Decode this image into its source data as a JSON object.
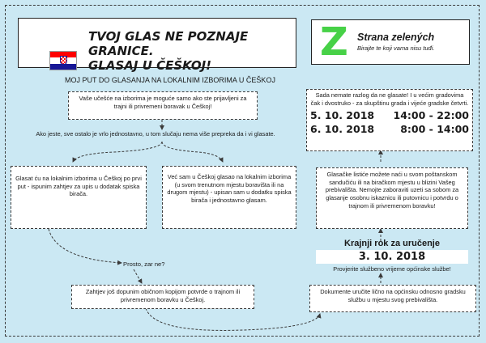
{
  "header": {
    "title_line1": "TVOJ GLAS NE POZNAJE GRANICE.",
    "title_line2": "GLASAJ U ČEŠKOJ!"
  },
  "logo": {
    "letter": "Z",
    "name": "Strana zelených",
    "slogan": "Birajte te koji vama nisu tuđi.",
    "color": "#47d147"
  },
  "flag": {
    "colors": [
      "#ff0000",
      "#ffffff",
      "#171796"
    ]
  },
  "diagram": {
    "heading": "MOJ PUT DO GLASANJA NA LOKALNIM IZBORIMA U ČEŠKOJ",
    "intro": "Vaše učešće na izborima je moguće samo ako ste prijavljeni za trajni ili privremeni boravak u Češkoj!",
    "conditions_ok": "Ako jeste, sve ostalo je vrlo jednostavno, u tom slučaju nema više prepreka da i vi glasate.",
    "first_time": "Glasat ću na lokalnim izborima u Češkoj po prvi put - ispunim zahtjev za upis u dodatak spiska birača.",
    "already_voted": "Već sam u Češkoj glasao na lokalnim izborima (u svom trenutnom mjestu boravišta ili na drugom mjestu) - upisan sam u dodatku spiska birača i jednostavno glasam.",
    "simple": "Prosto, zar ne?",
    "attach": "Zahtjev još dopunim običnom kopijom potvrde o trajnom ili privremenom boravku u Češkoj.",
    "deliver": "Dokumente uručite lično na općinsku odnosno gradsku službu u mjestu svog prebivališta.",
    "deadline_title": "Krajnji rok za uručenje",
    "deadline_date": "3. 10. 2018",
    "deadline_note": "Provjerite službeno vrijeme općinske službe!",
    "ballots": "Glasačke listiće možete naći u svom poštanskom sandučiću ili na biračkom mjestu u blizini Vašeg prebivališta. Nemojte zaboraviti uzeti sa sobom za glasanje osobnu iskaznicu ili putovnicu i potvrdu o trajnom ili privremenom boravku!",
    "no_reason": "Sada nemate razlog da ne glasate! I u većim gradovima čak i dvostruko - za skupštinu grada i vijeće gradske četvrti.",
    "dates": [
      {
        "date": "5. 10. 2018",
        "time": "14:00 - 22:00"
      },
      {
        "date": "6. 10. 2018",
        "time": "8:00 - 14:00"
      }
    ]
  }
}
